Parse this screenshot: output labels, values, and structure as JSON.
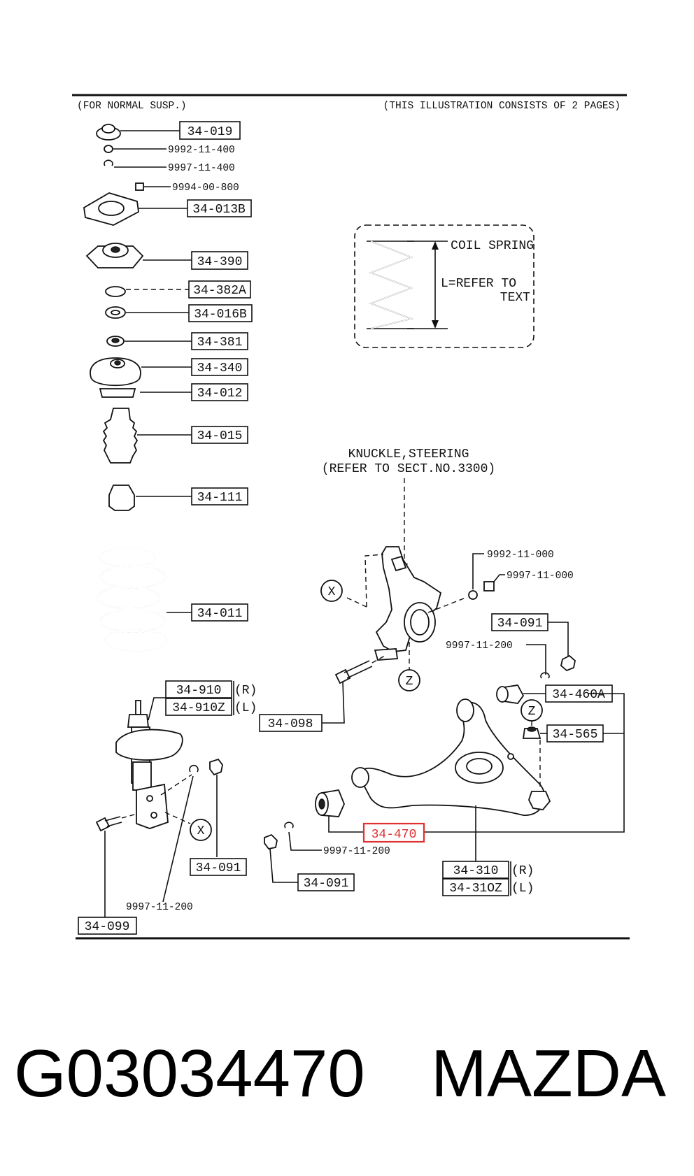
{
  "header": {
    "left_note": "(FOR NORMAL SUSP.)",
    "right_note": "(THIS ILLUSTRATION CONSISTS OF  2 PAGES)"
  },
  "inset": {
    "title": "COIL SPRING",
    "note_line1": "L=REFER TO",
    "note_line2": "TEXT"
  },
  "knuckle": {
    "line1": "KNUCKLE,STEERING",
    "line2": "(REFER TO SECT.NO.3300)"
  },
  "markers": {
    "x": "X",
    "z": "Z"
  },
  "parts": {
    "p34_019": "34-019",
    "n9992_11_400": "9992-11-400",
    "n9997_11_400": "9997-11-400",
    "n9994_00_800": "9994-00-800",
    "p34_013b": "34-013B",
    "p34_390": "34-390",
    "p34_382a": "34-382A",
    "p34_016b": "34-016B",
    "p34_381": "34-381",
    "p34_340": "34-340",
    "p34_012": "34-012",
    "p34_015": "34-015",
    "p34_111": "34-111",
    "p34_011": "34-011",
    "p34_910": "34-910",
    "p34_910z": "34-910Z",
    "side_r": "(R)",
    "side_l": "(L)",
    "p34_098": "34-098",
    "n9992_11_000": "9992-11-000",
    "n9997_11_000": "9997-11-000",
    "p34_091_a": "34-091",
    "n9997_11_200_a": "9997-11-200",
    "p34_460a": "34-460A",
    "p34_565": "34-565",
    "p34_470": "34-470",
    "n9997_11_200_b": "9997-11-200",
    "p34_091_b": "34-091",
    "p34_091_c": "34-091",
    "p34_310": "34-310",
    "p34_310z": "34-31OZ",
    "n9997_11_200_c": "9997-11-200",
    "p34_099": "34-099"
  },
  "footer": {
    "part_number": "G03034470",
    "brand": "MAZDA"
  },
  "colors": {
    "highlight": "#e03030",
    "ink": "#111111"
  }
}
